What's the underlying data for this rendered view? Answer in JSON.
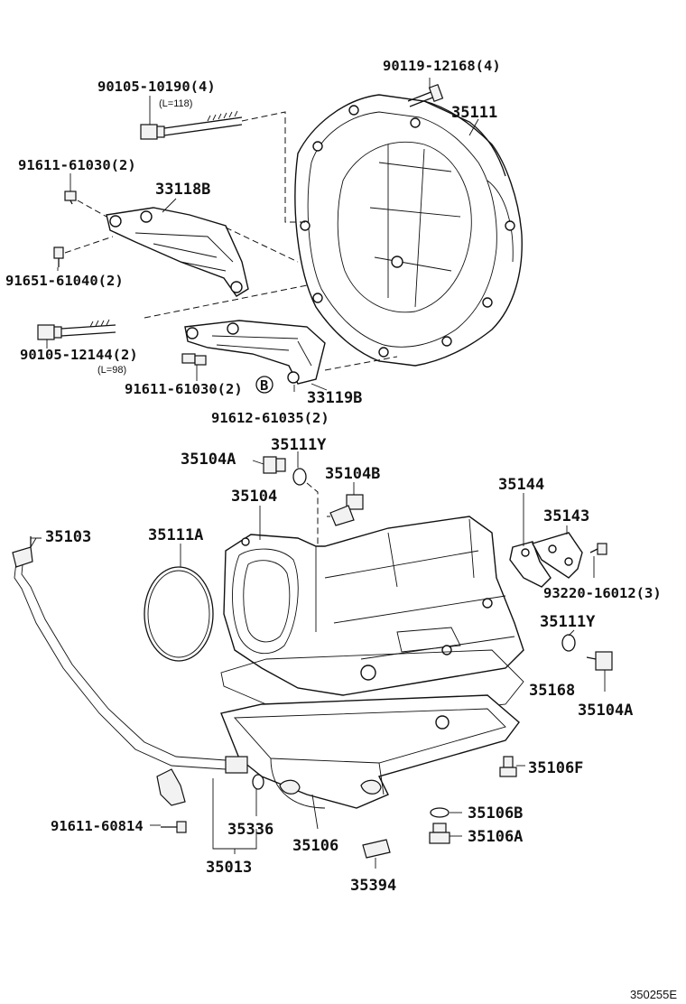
{
  "diagram": {
    "code": "350255E",
    "labels": {
      "p90119": "90119-12168(4)",
      "p35111": "35111",
      "p90105a": "90105-10190(4)",
      "p90105a_len": "(L=118)",
      "p91611a": "91611-61030(2)",
      "p33118B": "33118B",
      "p91651": "91651-61040(2)",
      "p90105b": "90105-12144(2)",
      "p90105b_len": "(L=98)",
      "p91611b": "91611-61030(2)",
      "p33119B": "33119B",
      "marker": "B",
      "p91612": "91612-61035(2)",
      "p35104A_top": "35104A",
      "p35111Y_top": "35111Y",
      "p35104B": "35104B",
      "p35104": "35104",
      "p35144": "35144",
      "p35143": "35143",
      "p35103": "35103",
      "p35111A": "35111A",
      "p93220": "93220-16012(3)",
      "p35111Y_right": "35111Y",
      "p35168": "35168",
      "p35104A_right": "35104A",
      "p35106F": "35106F",
      "p35106B": "35106B",
      "p35106A": "35106A",
      "p91611c": "91611-60814",
      "p35336": "35336",
      "p35106": "35106",
      "p35013": "35013",
      "p35394": "35394"
    }
  }
}
